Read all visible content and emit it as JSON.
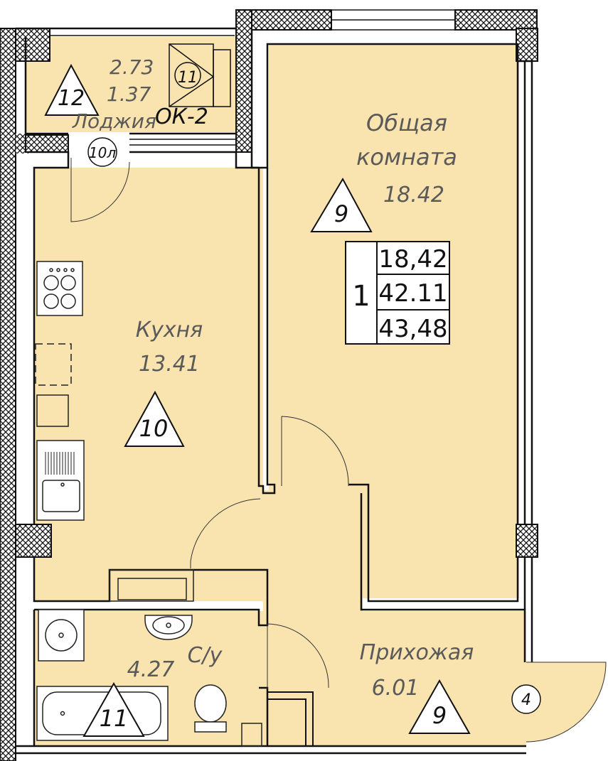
{
  "rooms": {
    "loggia": {
      "name": "Лоджия",
      "area_full": "2.73",
      "area_reduced": "1.37",
      "tag": "12"
    },
    "kitchen": {
      "name": "Кухня",
      "area": "13.41",
      "tag": "10"
    },
    "living": {
      "name": "Общая комната",
      "name_line1": "Общая",
      "name_line2": "комната",
      "area": "18.42",
      "tag": "9"
    },
    "bathroom": {
      "name": "С/у",
      "area": "4.27",
      "tag": "11"
    },
    "hall": {
      "name": "Прихожая",
      "area": "6.01",
      "tag": "9"
    }
  },
  "summary": {
    "rooms_count": "1",
    "living_area": "18,42",
    "total_area": "42.11",
    "total_with_loggia": "43,48"
  },
  "markers": {
    "window_circle": "11",
    "window_type": "ОК-2",
    "door_circle": "10л",
    "entry_circle": "4"
  },
  "colors": {
    "floor": "#f9e3ae",
    "wall_line": "#111111",
    "label": "#5a5a5a"
  }
}
